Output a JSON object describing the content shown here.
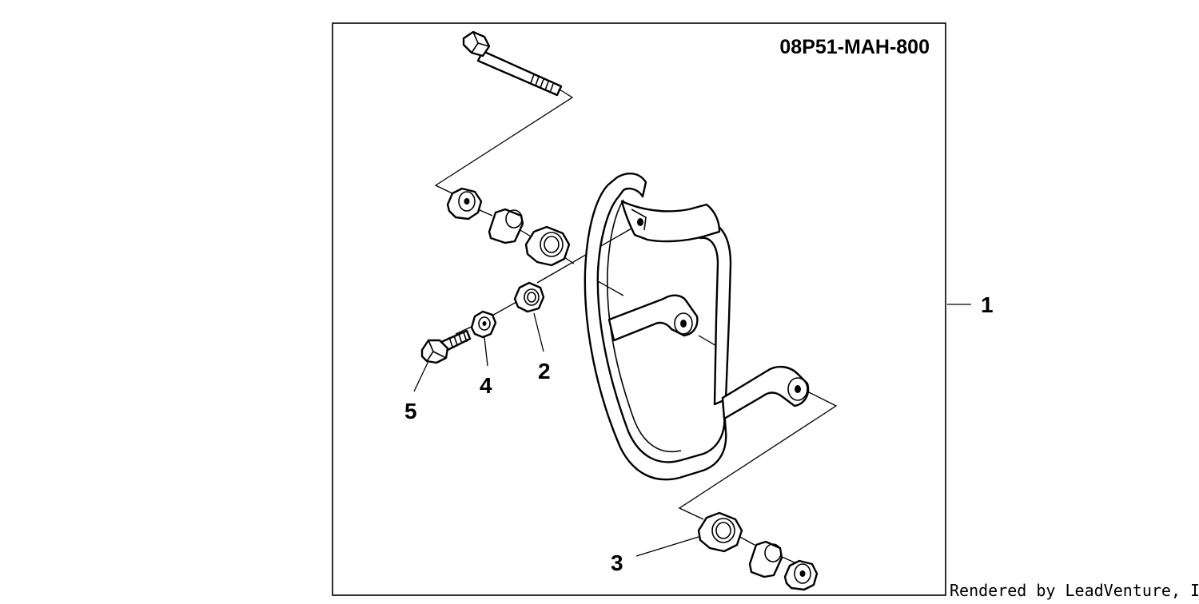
{
  "diagram": {
    "part_number": "08P51-MAH-800",
    "credit": "Rendered by LeadVenture, Inc.",
    "callouts": [
      {
        "id": "1",
        "label": "1"
      },
      {
        "id": "2",
        "label": "2"
      },
      {
        "id": "3",
        "label": "3"
      },
      {
        "id": "4",
        "label": "4"
      },
      {
        "id": "5",
        "label": "5"
      }
    ],
    "colors": {
      "line": "#000000",
      "background": "#ffffff"
    }
  }
}
